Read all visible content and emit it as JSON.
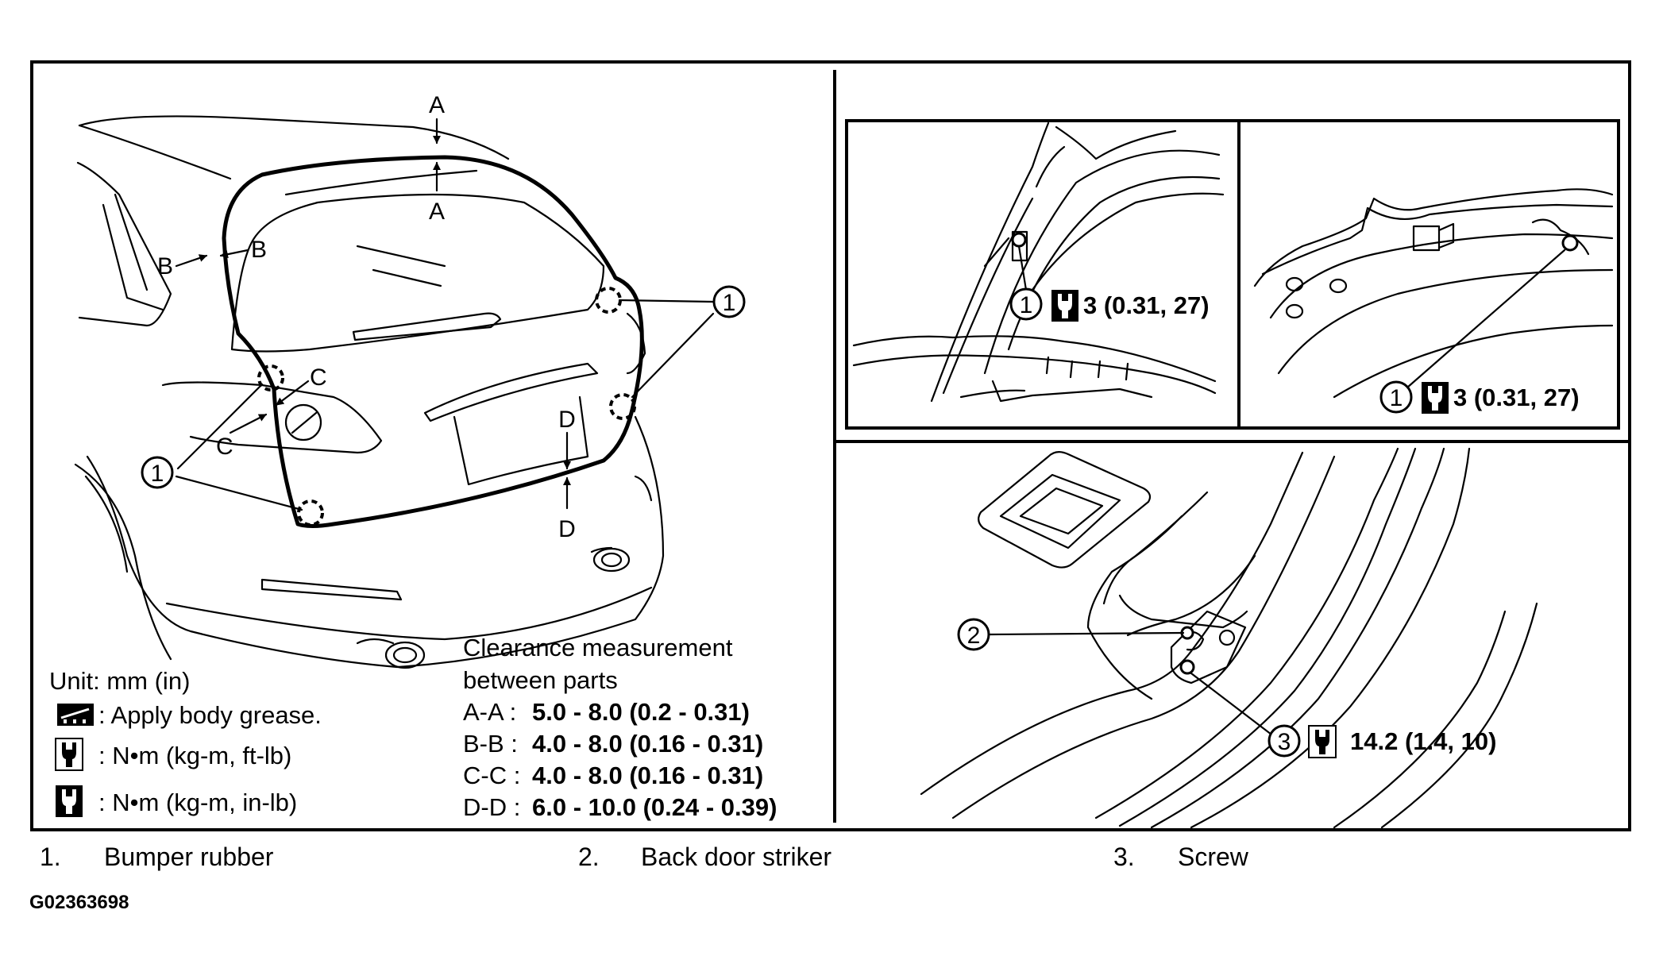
{
  "diagram": {
    "section_labels": {
      "a": "A",
      "b": "B",
      "c": "C",
      "d": "D"
    },
    "callouts": {
      "one": "1",
      "two": "2",
      "three": "3"
    },
    "torques": {
      "upper_left": "3 (0.31, 27)",
      "upper_right": "3 (0.31, 27)",
      "striker": "14.2 (1.4, 10)"
    },
    "symbols": {
      "grease": "grease-icon",
      "torque_ft": "wrench-ft-icon",
      "torque_in": "wrench-in-icon"
    }
  },
  "legend": {
    "unit": "Unit: mm (in)",
    "grease": ": Apply body grease.",
    "nm_ft": ": N•m (kg-m, ft-lb)",
    "nm_in": ": N•m (kg-m, in-lb)"
  },
  "clearance": {
    "title_line1": "Clearance measurement",
    "title_line2": "between parts",
    "rows": [
      {
        "label": "A-A :",
        "value": "5.0 - 8.0 (0.2 - 0.31)"
      },
      {
        "label": "B-B :",
        "value": "4.0 - 8.0 (0.16 - 0.31)"
      },
      {
        "label": "C-C :",
        "value": "4.0 - 8.0 (0.16 - 0.31)"
      },
      {
        "label": "D-D :",
        "value": "6.0 - 10.0 (0.24 - 0.39)"
      }
    ]
  },
  "parts": [
    {
      "num": "1.",
      "name": "Bumper rubber"
    },
    {
      "num": "2.",
      "name": "Back door striker"
    },
    {
      "num": "3.",
      "name": "Screw"
    }
  ],
  "figure_code": "G02363698"
}
